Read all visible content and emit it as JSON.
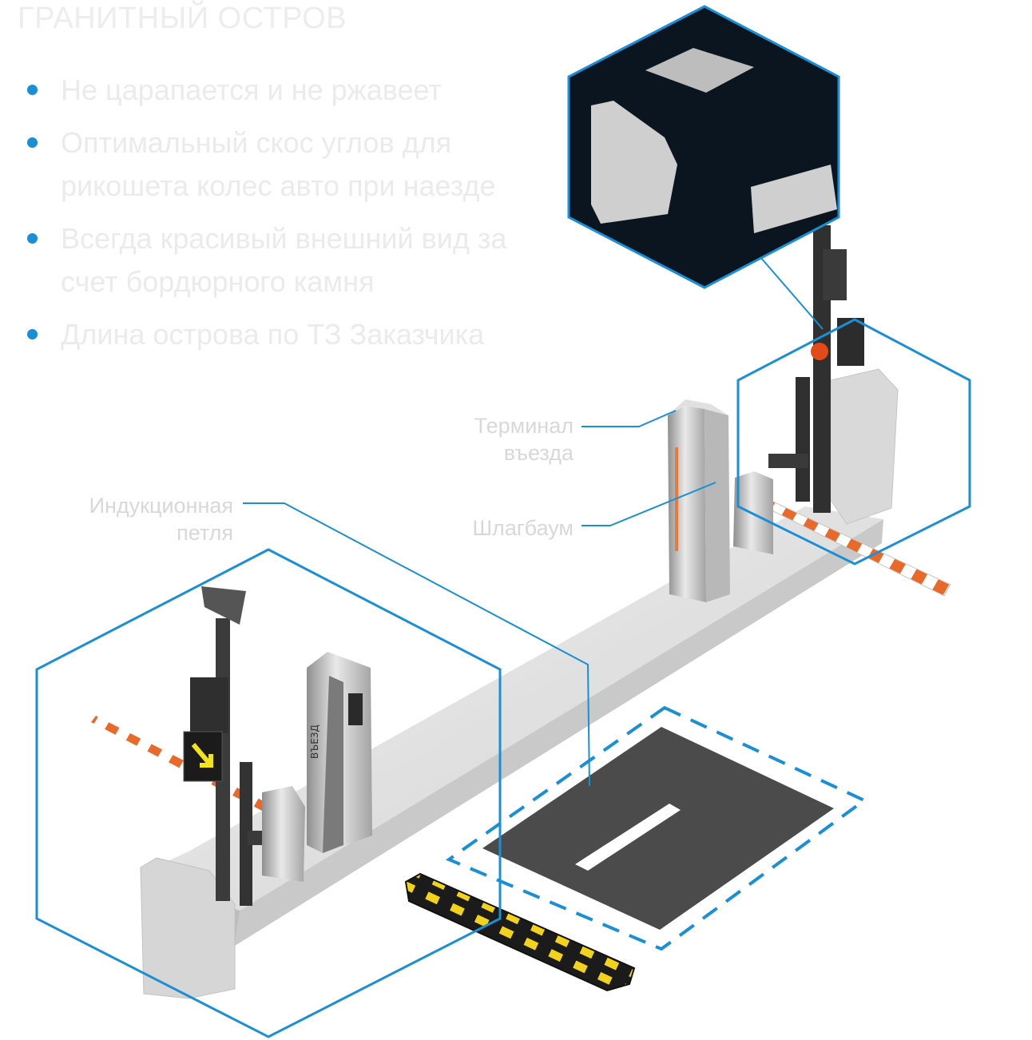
{
  "title": "ГРАНИТНЫЙ ОСТРОВ",
  "bullets": [
    "Не царапается и не ржавеет",
    "Оптимальный скос углов для рикошета колес авто при наезде",
    "Всегда красивый внешний вид за счет бордюрного камня",
    "Длина острова по ТЗ Заказчика"
  ],
  "callouts": {
    "terminal": "Терминал въезда",
    "barrier": "Шлагбаум",
    "loop": "Индукционная петля"
  },
  "sign_text": "ВЪЕЗД",
  "colors": {
    "accent": "#1a8fd6",
    "granite": "#dcdcdc",
    "asphalt": "#4a4a4a",
    "dark_panel": "#0a1520",
    "boom_stripe": "#e8692a",
    "speed_bump_yellow": "#f2d21c"
  }
}
